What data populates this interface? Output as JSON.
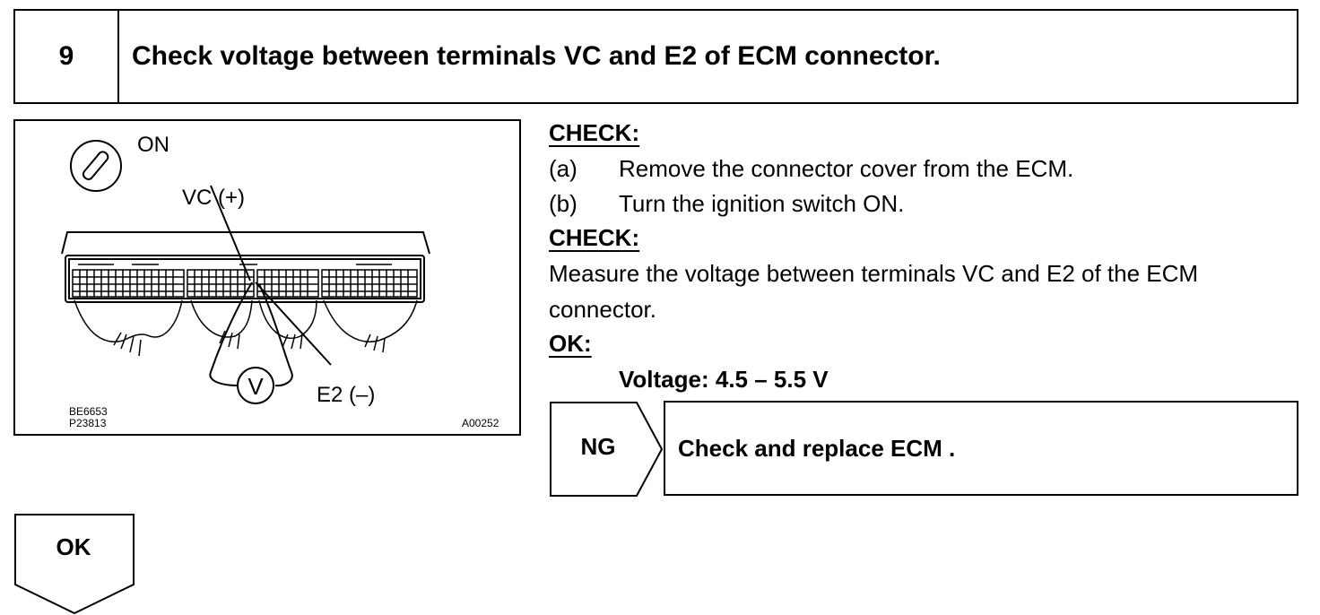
{
  "step": {
    "number": "9",
    "title": "Check voltage between terminals VC and E2 of ECM connector."
  },
  "figure": {
    "ignition_label": "ON",
    "vc_label": "VC (+)",
    "e2_label": "E2 (–)",
    "meter_symbol": "V",
    "ref_code_1": "BE6653",
    "ref_code_2": "P23813",
    "figure_code": "A00252"
  },
  "procedure": {
    "check_heading_1": "CHECK:",
    "step_a_letter": "(a)",
    "step_a_text": "Remove the connector cover from the ECM.",
    "step_b_letter": "(b)",
    "step_b_text": "Turn the ignition switch ON.",
    "check_heading_2": "CHECK:",
    "measure_line_1": "Measure the voltage between terminals VC and E2 of the ECM",
    "measure_line_2": "connector.",
    "ok_heading": "OK:",
    "spec": "Voltage: 4.5 – 5.5 V"
  },
  "results": {
    "ng_label": "NG",
    "ng_action": "Check and replace ECM .",
    "ok_label": "OK"
  }
}
